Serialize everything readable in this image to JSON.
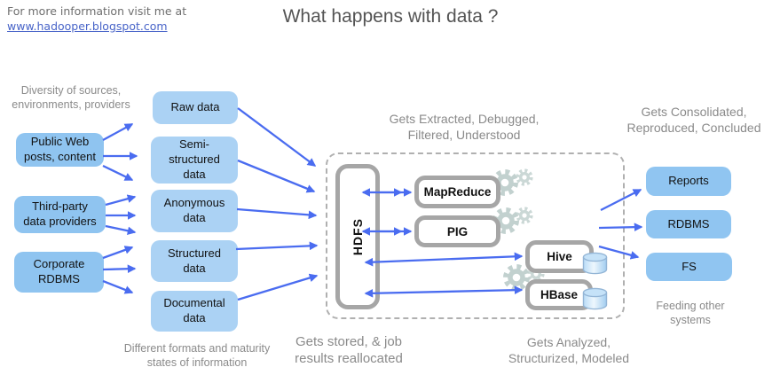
{
  "colors": {
    "arrow_blue": "#4a6cf0",
    "source_box_fill": "#8fc4f0",
    "data_box_fill": "#abd2f4",
    "output_box_fill": "#90c5f1",
    "process_border_gray": "#a6a6a6",
    "gear_gray_green": "#c2d1cf",
    "annotation_gray": "#8a8a8a",
    "link_blue": "#4763c8"
  },
  "header": {
    "info_text": "For more information visit me at",
    "link_text": "www.hadooper.blogspot.com",
    "title": "What happens with data ?"
  },
  "annotations": {
    "sources": "Diversity of sources,\nenvironments, providers",
    "formats": "Different formats and maturity\nstates of information",
    "extracted": "Gets Extracted, Debugged,\nFiltered, Understood",
    "consolidated": "Gets Consolidated,\nReproduced, Concluded",
    "stored": "Gets stored, & job\nresults reallocated",
    "analyzed": "Gets Analyzed,\nStructurized, Modeled",
    "feeding": "Feeding other\nsystems"
  },
  "sources": [
    "Public Web\nposts, content",
    "Third-party\ndata providers",
    "Corporate\nRDBMS"
  ],
  "data_types": [
    "Raw data",
    "Semi-\nstructured\ndata",
    "Anonymous\ndata",
    "Structured\ndata",
    "Documental\ndata"
  ],
  "platform": {
    "storage": "HDFS",
    "jobs": [
      "MapReduce",
      "PIG",
      "Hive",
      "HBase"
    ]
  },
  "outputs": [
    "Reports",
    "RDBMS",
    "FS"
  ]
}
